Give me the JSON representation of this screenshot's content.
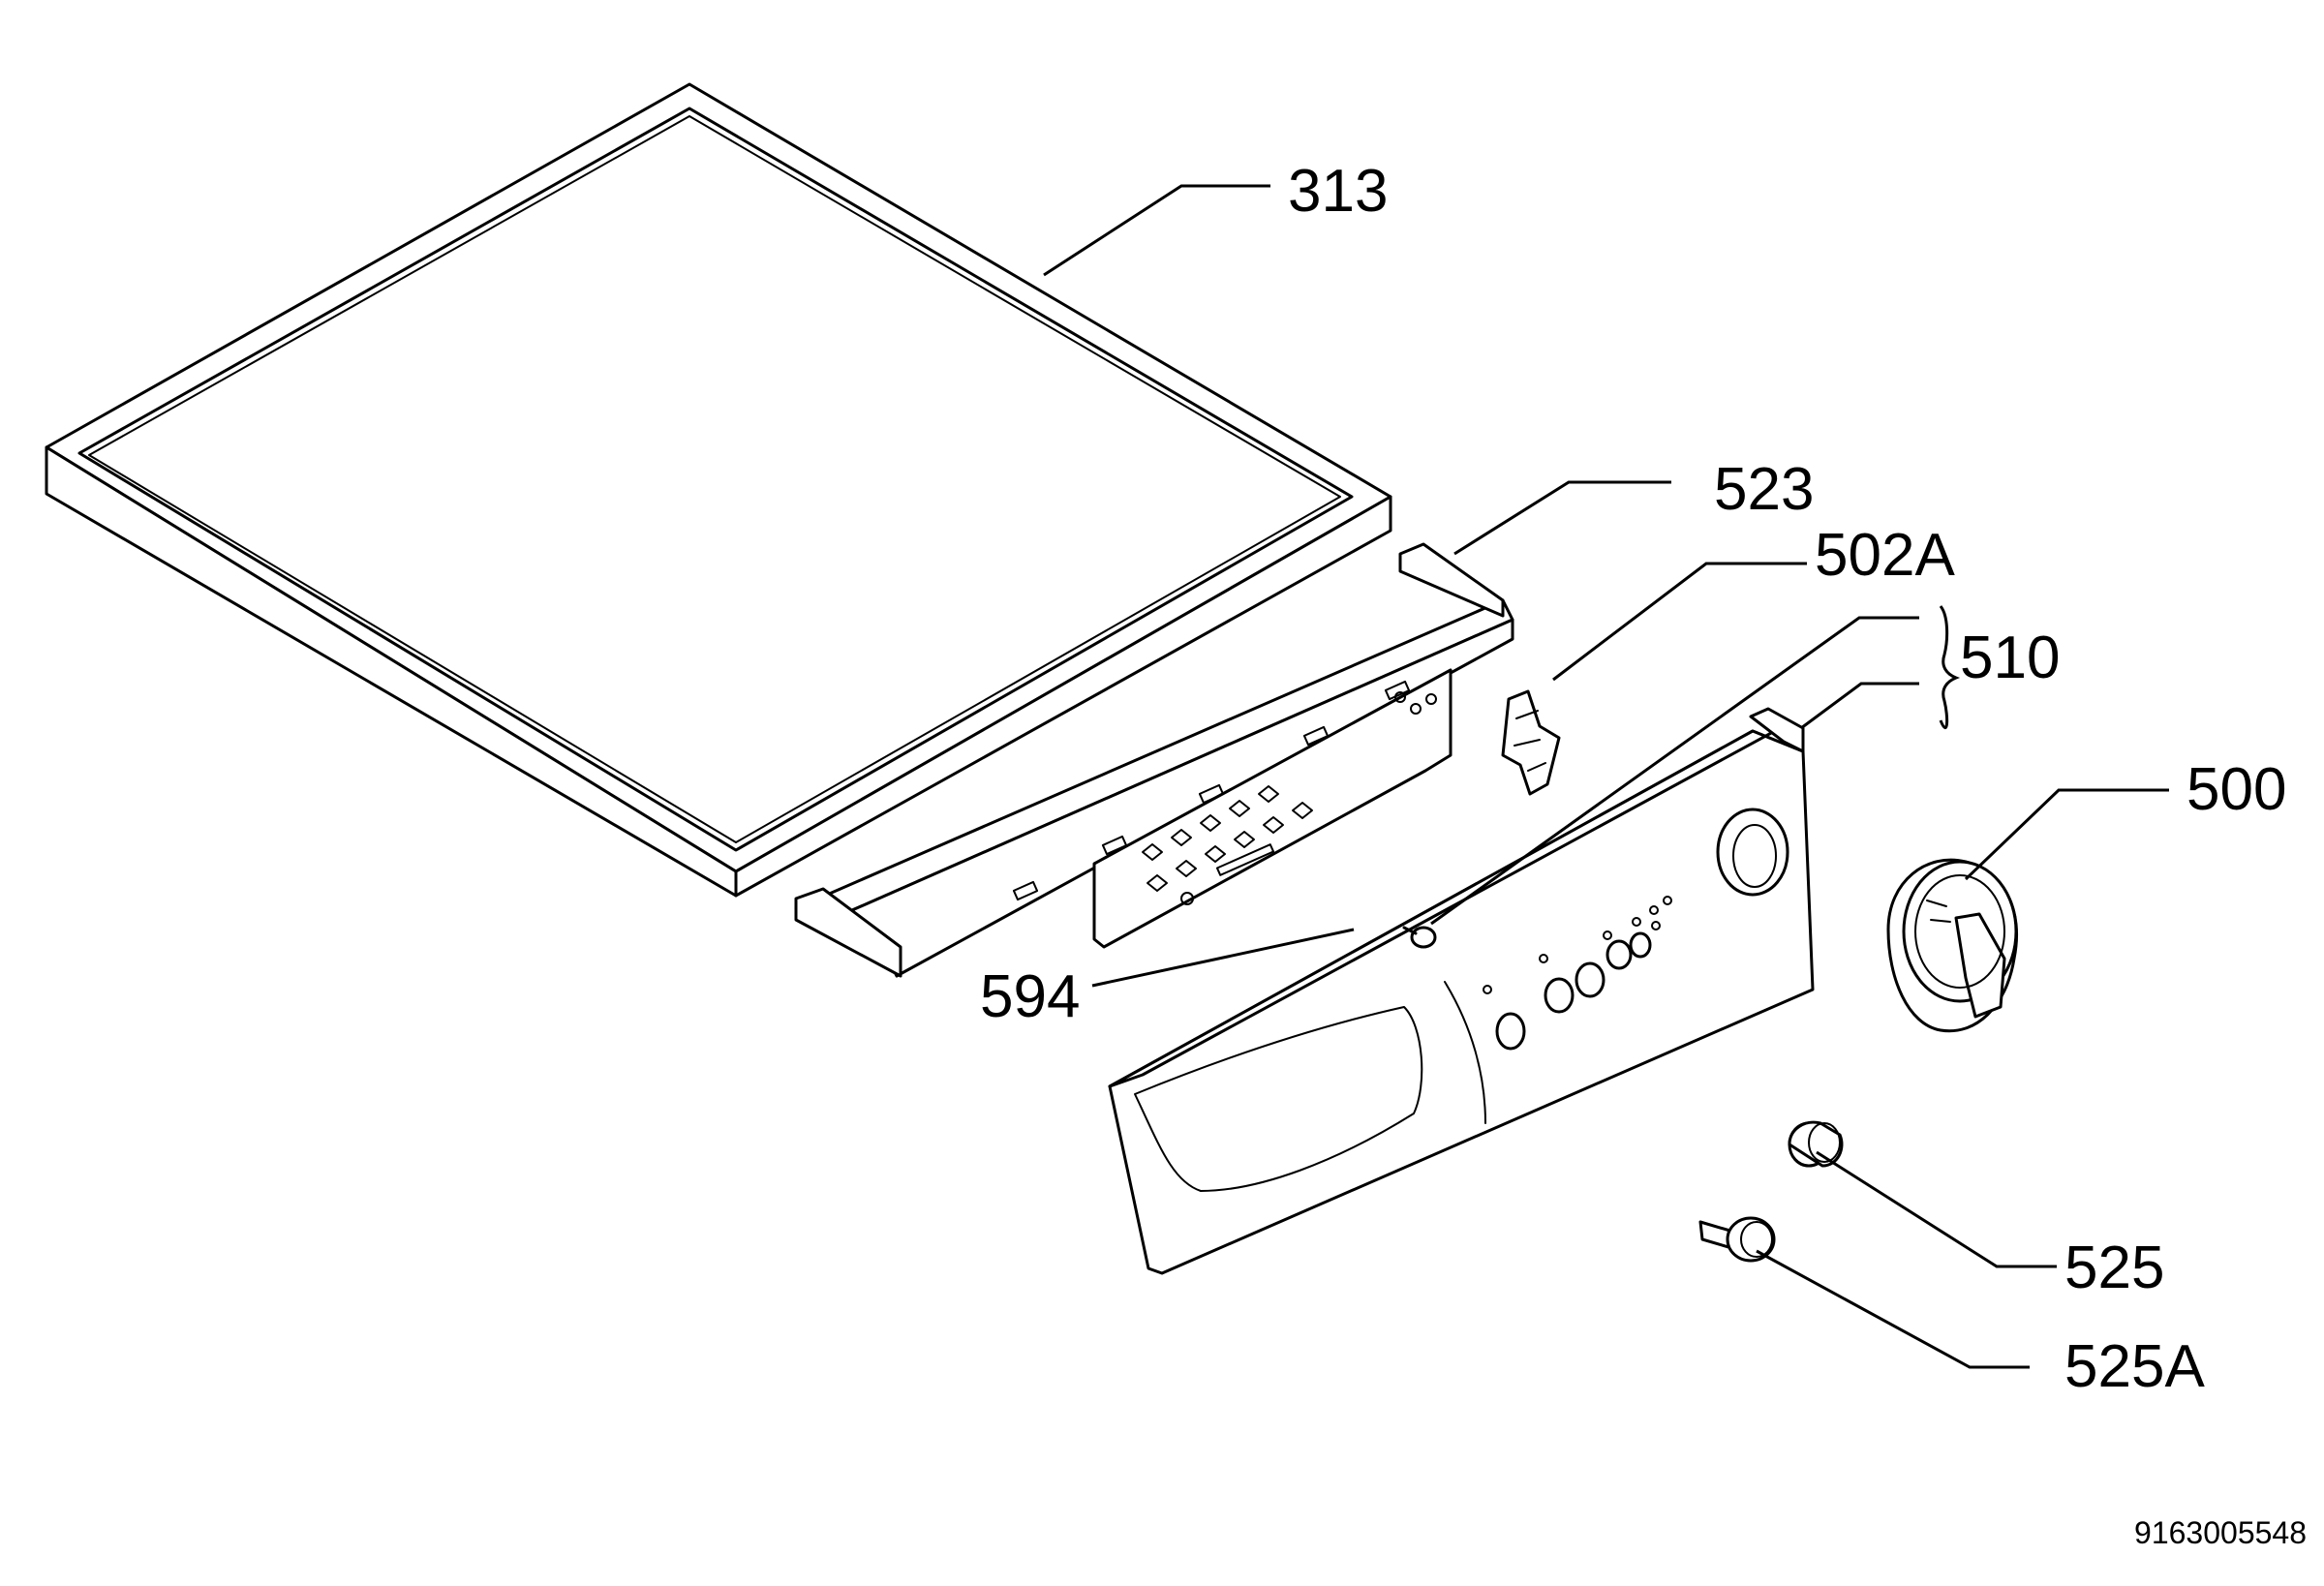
{
  "parts": [
    {
      "id": "lid",
      "label": "313"
    },
    {
      "id": "rail",
      "label": "523"
    },
    {
      "id": "clip",
      "label": "502A"
    },
    {
      "id": "panel",
      "label": "510"
    },
    {
      "id": "knob",
      "label": "500"
    },
    {
      "id": "screw",
      "label": "594"
    },
    {
      "id": "button",
      "label": "525"
    },
    {
      "id": "button-pin",
      "label": "525A"
    }
  ],
  "document_id": "9163005548"
}
